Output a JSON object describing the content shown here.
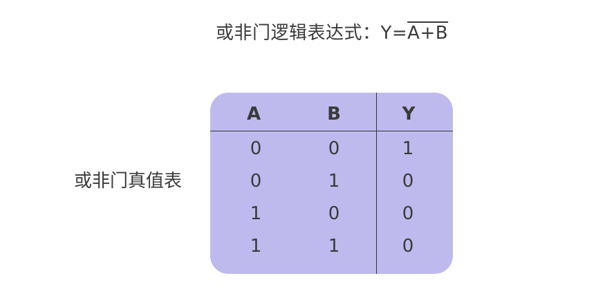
{
  "expression": {
    "prefix": "或非门逻辑表达式：Y=",
    "negated": "A+B"
  },
  "side_label": "或非门真值表",
  "colors": {
    "table_fill": "#bfbaed",
    "divider": "#333333",
    "text": "#3a3a3a"
  },
  "truth_table": {
    "headers": [
      "A",
      "B",
      "Y"
    ],
    "rows": [
      [
        "0",
        "0",
        "1"
      ],
      [
        "0",
        "1",
        "0"
      ],
      [
        "1",
        "0",
        "0"
      ],
      [
        "1",
        "1",
        "0"
      ]
    ]
  }
}
